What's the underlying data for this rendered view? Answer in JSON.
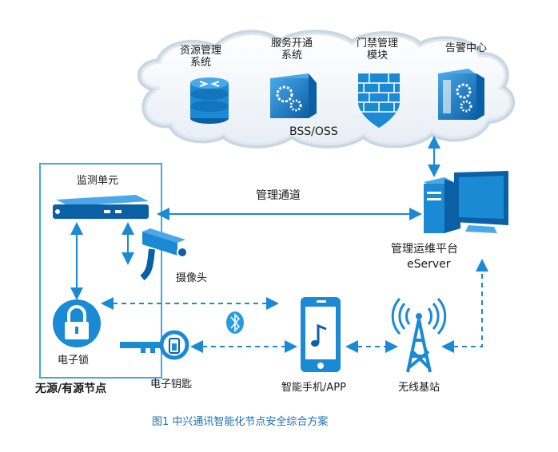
{
  "cloud": {
    "resource_mgmt": "资源管理\n系统",
    "service_open": "服务开通\n系统",
    "access_mgmt": "门禁管理\n模块",
    "alarm_center": "告警中心",
    "bss_oss": "BSS/OSS"
  },
  "node": {
    "monitor_unit": "监测单元",
    "camera": "摄像头",
    "lock": "电子锁",
    "key": "电子钥匙",
    "group_label": "无源/有源节点"
  },
  "platform": {
    "channel": "管理通道",
    "name": "管理运维平台",
    "server": "eServer"
  },
  "devices": {
    "phone": "智能手机/APP",
    "station": "无线基站"
  },
  "caption": "图1  中兴通讯智能化节点安全综合方案",
  "colors": {
    "blue": "#1a8ad4",
    "dark_blue": "#0b5fa5",
    "cloud_edge": "#c9d6e3",
    "caption": "#1f6fb3"
  }
}
